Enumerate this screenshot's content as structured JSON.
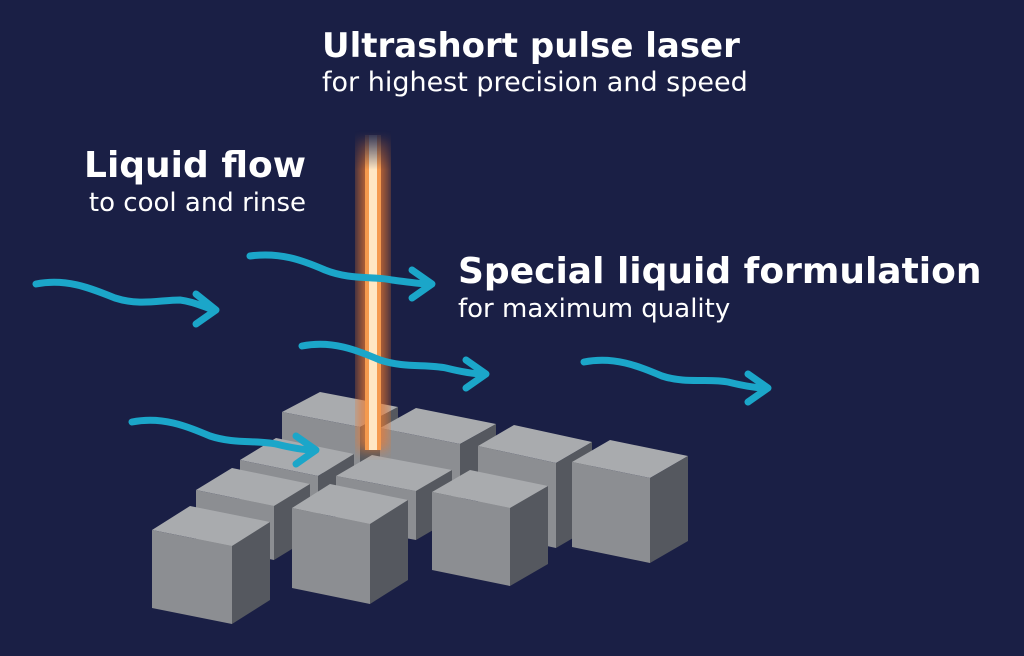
{
  "labels": {
    "laser": {
      "title": "Ultrashort pulse laser",
      "subtitle": "for highest precision and speed"
    },
    "flow": {
      "title": "Liquid flow",
      "subtitle": "to cool and rinse"
    },
    "formulation": {
      "title": "Special liquid formulation",
      "subtitle": "for maximum quality"
    }
  },
  "colors": {
    "background": "#1a1f45",
    "flow_arrow": "#1ba6c9",
    "laser_core": "#ffe6c2",
    "laser_glow": "#f07a2e",
    "cube_top": "#a9abae",
    "cube_front": "#8c8e92",
    "cube_side": "#55585f"
  }
}
